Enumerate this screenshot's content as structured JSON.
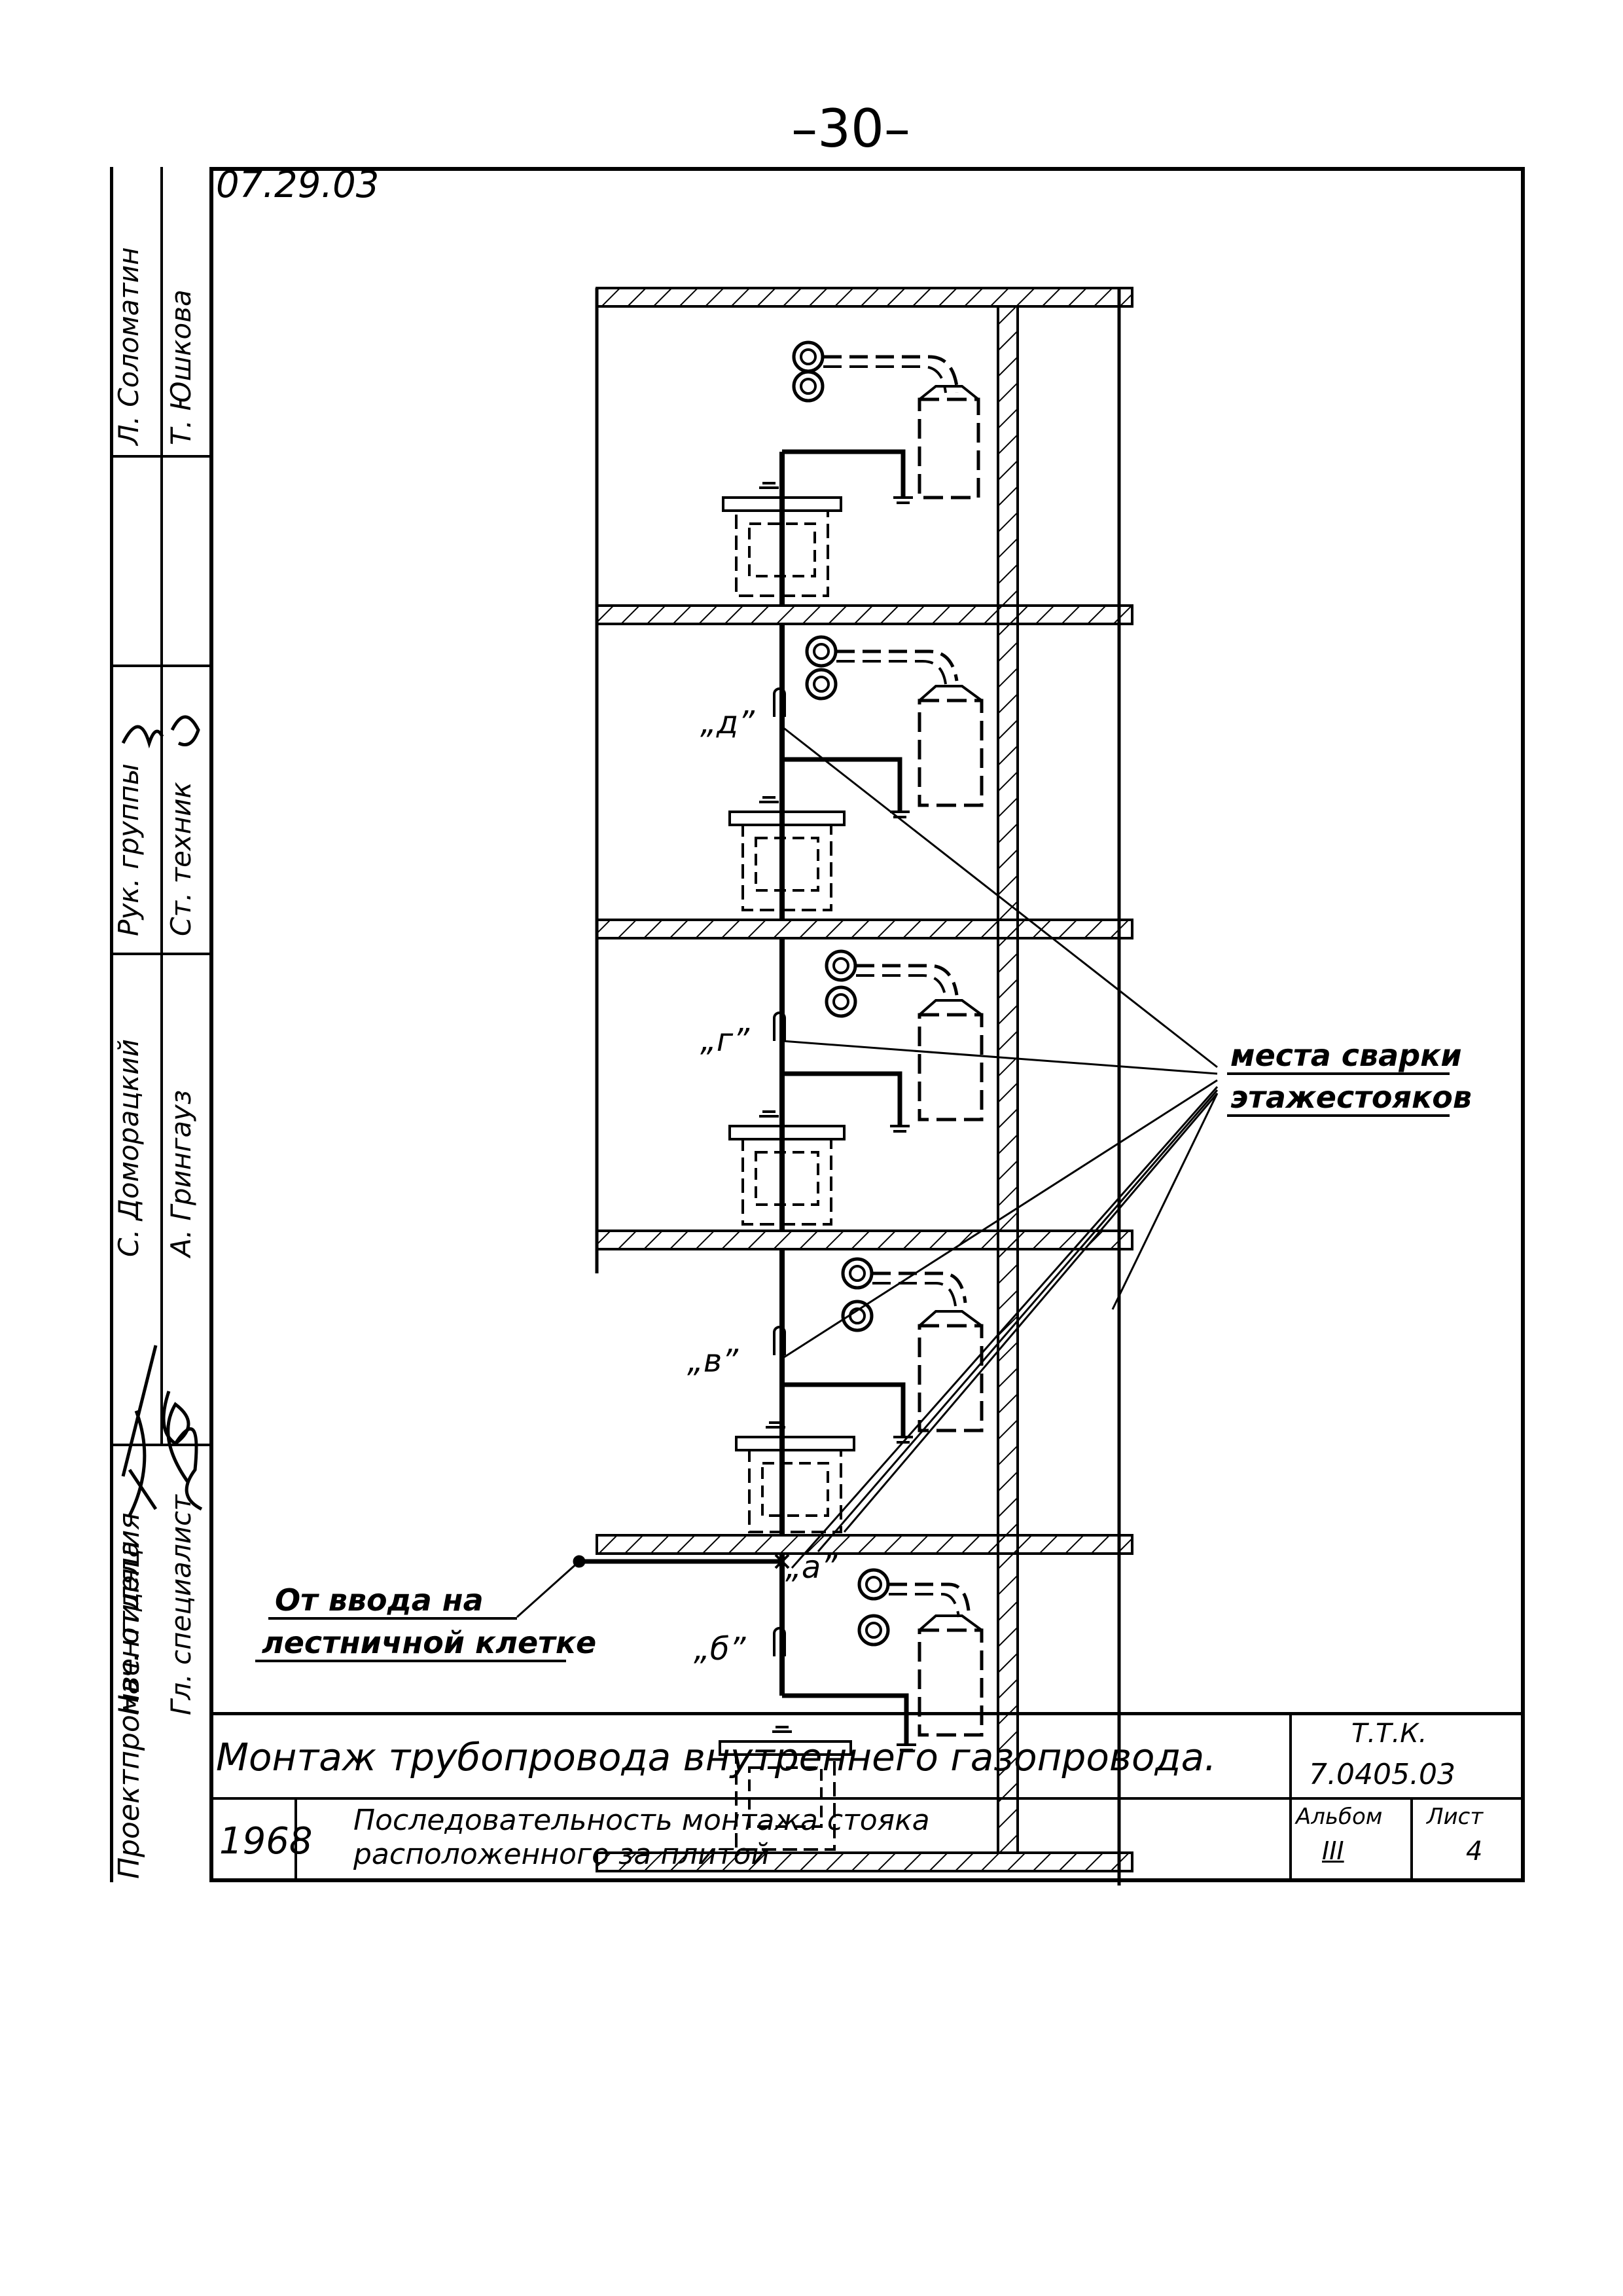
{
  "page": {
    "number": "–30–",
    "sheet_code": "07.29.03"
  },
  "stamp": {
    "org": "Проектпромвентиляция",
    "rows": [
      {
        "role": "Нач. отдела",
        "name": "",
        "role2": "Гл. специалист"
      },
      {
        "role": "Рук. группы",
        "role2": "Ст. техник"
      },
      {
        "name": "С. Доморацкий",
        "name2": "А. Грингауз"
      },
      {
        "name": "Л. Соломатин",
        "name2": "Т. Юшкова"
      }
    ]
  },
  "diagram": {
    "labels": {
      "d": "„д”",
      "g": "„г”",
      "v": "„в”",
      "a": "„а”",
      "b": "„б”"
    },
    "callout_welds_line1": "места сварки",
    "callout_welds_line2": "этажестояков",
    "callout_inlet_line1": "От ввода на",
    "callout_inlet_line2": "лестничной клетке"
  },
  "title_block": {
    "title": "Монтаж трубопровода внутреннего газопровода.",
    "ttk_label": "Т.Т.К.",
    "ttk_number": "7.0405.03",
    "year": "1968",
    "subtitle_line1": "Последовательность монтажа стояка",
    "subtitle_line2": "расположенного за плитой",
    "album_label": "Альбом",
    "album_value": "III",
    "sheet_label": "Лист",
    "sheet_value": "4"
  }
}
